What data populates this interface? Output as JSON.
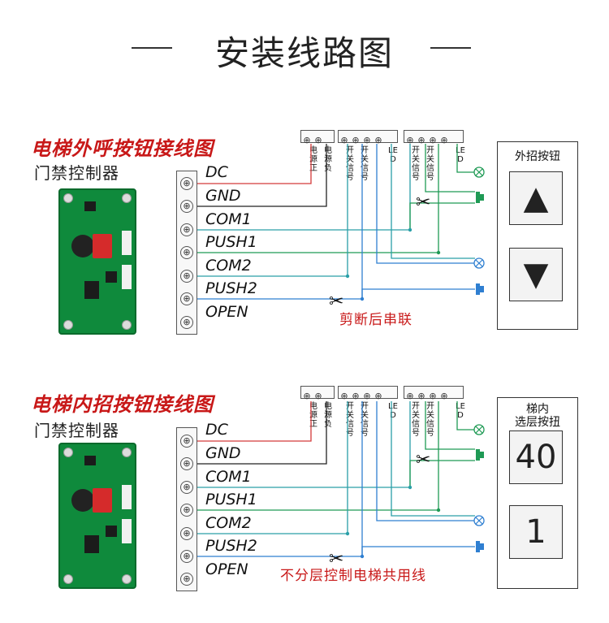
{
  "title": "安装线路图",
  "sections": [
    {
      "title": "电梯外呼按钮接线图",
      "subtitle": "门禁控制器",
      "terminals": [
        "DC",
        "GND",
        "COM1",
        "PUSH1",
        "COM2",
        "PUSH2",
        "OPEN"
      ],
      "header_labels": [
        "电源正",
        "电源负",
        "开关信号",
        "开关信号",
        "LED",
        "开关信号",
        "开关信号",
        "LED"
      ],
      "note": "剪断后串联",
      "panel_title": "外招按钮",
      "buttons": [
        "▲",
        "▼"
      ]
    },
    {
      "title": "电梯内招按钮接线图",
      "subtitle": "门禁控制器",
      "terminals": [
        "DC",
        "GND",
        "COM1",
        "PUSH1",
        "COM2",
        "PUSH2",
        "OPEN"
      ],
      "header_labels": [
        "电源正",
        "电源负",
        "开关信号",
        "开关信号",
        "LED",
        "开关信号",
        "开关信号",
        "LED"
      ],
      "note": "不分层控制电梯共用线",
      "panel_title": "梯内\n选层按扭",
      "buttons": [
        "40",
        "1"
      ]
    }
  ],
  "colors": {
    "red_wire": "#d43a3a",
    "black_wire": "#222222",
    "green_wire": "#1f9a55",
    "blue_wire": "#2f7fd1",
    "teal_wire": "#2a9fa8"
  },
  "icons": [
    "scissors-icon",
    "lamp-icon",
    "switch-icon",
    "screw-terminal-icon"
  ]
}
